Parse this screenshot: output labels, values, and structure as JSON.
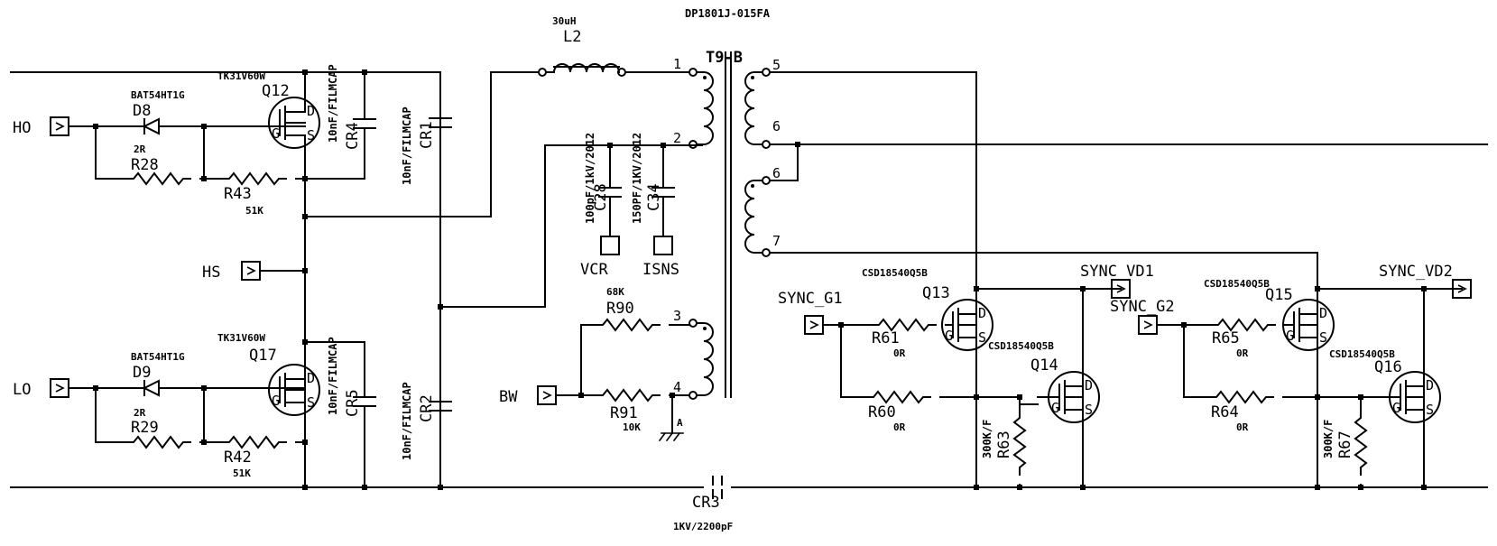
{
  "title": "DP1801J-015FA",
  "ports": {
    "ho": "HO",
    "hs": "HS",
    "lo": "LO",
    "bw": "BW",
    "vcr": "VCR",
    "isns": "ISNS",
    "sync_g1": "SYNC_G1",
    "sync_vd1": "SYNC_VD1",
    "sync_g2": "SYNC_G2",
    "sync_vd2": "SYNC_VD2"
  },
  "components": {
    "l2": {
      "ref": "L2",
      "value": "30uH"
    },
    "t9": {
      "ref": "T9-B",
      "pins": [
        "1",
        "2",
        "3",
        "4",
        "5",
        "6",
        "6",
        "7"
      ]
    },
    "q12": {
      "ref": "Q12",
      "value": "TK31V60W"
    },
    "q17": {
      "ref": "Q17",
      "value": "TK31V60W"
    },
    "d8": {
      "ref": "D8",
      "value": "BAT54HT1G"
    },
    "d9": {
      "ref": "D9",
      "value": "BAT54HT1G"
    },
    "r28": {
      "ref": "R28",
      "value": "2R"
    },
    "r29": {
      "ref": "R29",
      "value": "2R"
    },
    "r43": {
      "ref": "R43",
      "value": "51K"
    },
    "r42": {
      "ref": "R42",
      "value": "51K"
    },
    "cr4": {
      "ref": "CR4",
      "value": "10nF/FILMCAP"
    },
    "cr5": {
      "ref": "CR5",
      "value": "10nF/FILMCAP"
    },
    "cr1": {
      "ref": "CR1",
      "value": "10nF/FILMCAP"
    },
    "cr2": {
      "ref": "CR2",
      "value": "10nF/FILMCAP"
    },
    "cr3": {
      "ref": "CR3",
      "value": "1KV/2200pF"
    },
    "c28": {
      "ref": "C28",
      "value": "100pF/1kV/2012"
    },
    "c34": {
      "ref": "C34",
      "value": "150PF/1KV/2012"
    },
    "r90": {
      "ref": "R90",
      "value": "68K"
    },
    "r91": {
      "ref": "R91",
      "value": "10K"
    },
    "q13": {
      "ref": "Q13",
      "value": "CSD18540Q5B"
    },
    "q14": {
      "ref": "Q14",
      "value": "CSD18540Q5B"
    },
    "q15": {
      "ref": "Q15",
      "value": "CSD18540Q5B"
    },
    "q16": {
      "ref": "Q16",
      "value": "CSD18540Q5B"
    },
    "r61": {
      "ref": "R61",
      "value": "0R"
    },
    "r60": {
      "ref": "R60",
      "value": "0R"
    },
    "r65": {
      "ref": "R65",
      "value": "0R"
    },
    "r64": {
      "ref": "R64",
      "value": "0R"
    },
    "r63": {
      "ref": "R63",
      "value": "300K/F"
    },
    "r67": {
      "ref": "R67",
      "value": "300K/F"
    }
  },
  "ground_label": "A",
  "mosfet_pins": {
    "g": "G",
    "d": "D",
    "s": "S"
  }
}
